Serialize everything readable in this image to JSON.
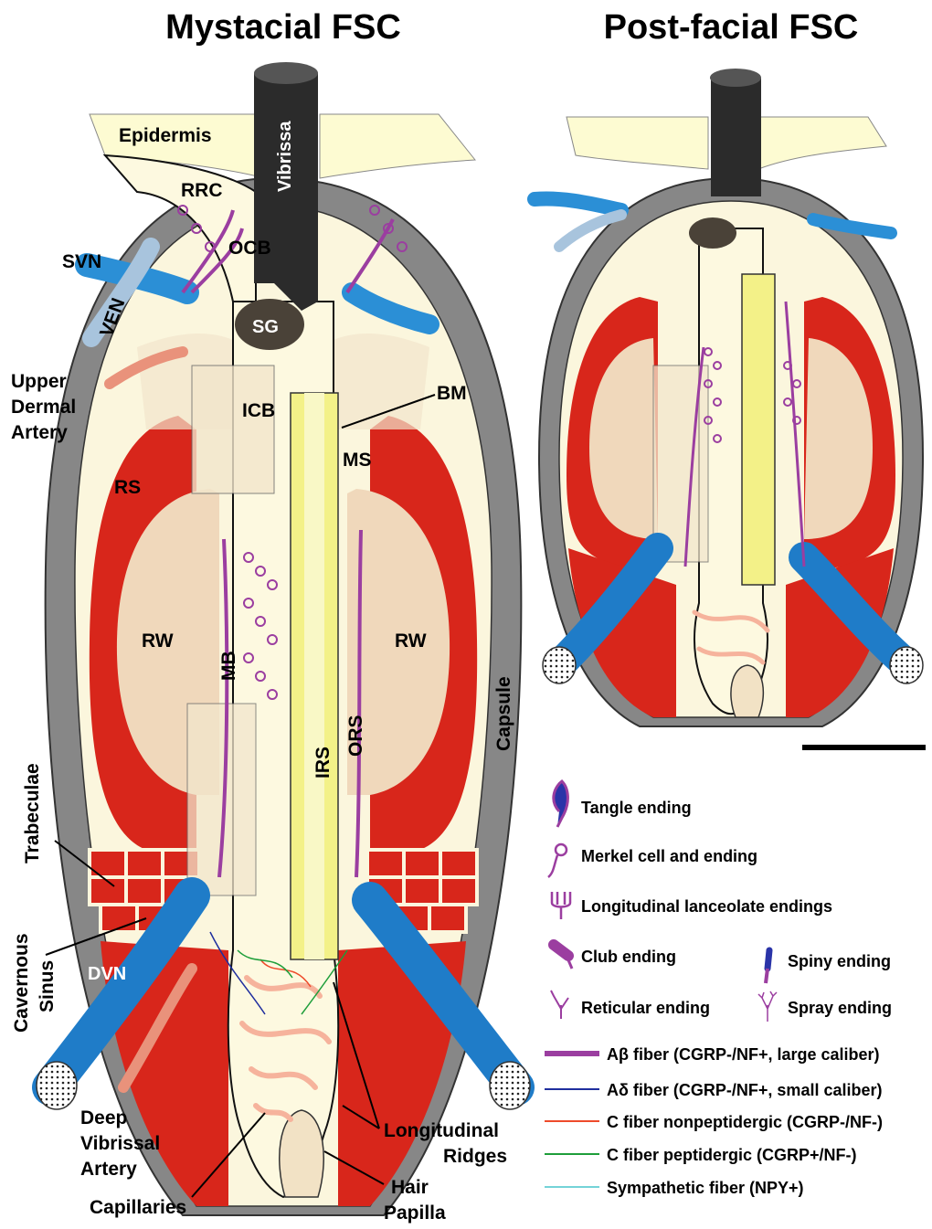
{
  "titles": {
    "left": "Mystacial FSC",
    "right": "Post-facial FSC"
  },
  "labels": {
    "epidermis": "Epidermis",
    "vibrissa": "Vibrissa",
    "rrc": "RRC",
    "svn": "SVN",
    "ocb": "OCB",
    "ven": "VEN",
    "sg": "SG",
    "upper_dermal_artery": [
      "Upper",
      "Dermal",
      "Artery"
    ],
    "icb": "ICB",
    "bm": "BM",
    "ms": "MS",
    "rs": "RS",
    "rw_left": "RW",
    "rw_right": "RW",
    "mb": "MB",
    "irs": "IRS",
    "ors": "ORS",
    "capsule": "Capsule",
    "trabeculae": "Trabeculae",
    "cavernous_sinus": [
      "Cavernous",
      "Sinus"
    ],
    "dvn": "DVN",
    "deep_vibrissal_artery": [
      "Deep",
      "Vibrissal",
      "Artery"
    ],
    "capillaries": "Capillaries",
    "longitudinal_ridges": [
      "Longitudinal",
      "Ridges"
    ],
    "hair_papilla": [
      "Hair",
      "Papilla"
    ]
  },
  "legend": {
    "endings": [
      {
        "name": "Tangle ending",
        "icon": "tangle-ending-icon"
      },
      {
        "name": "Merkel cell and ending",
        "icon": "merkel-ending-icon"
      },
      {
        "name": "Longitudinal lanceolate endings",
        "icon": "lanceolate-ending-icon"
      },
      {
        "name": "Club ending",
        "icon": "club-ending-icon"
      },
      {
        "name": "Spiny ending",
        "icon": "spiny-ending-icon"
      },
      {
        "name": "Reticular ending",
        "icon": "reticular-ending-icon"
      },
      {
        "name": "Spray ending",
        "icon": "spray-ending-icon"
      }
    ],
    "fibers": [
      {
        "name": "Aβ fiber (CGRP-/NF+, large caliber)",
        "color": "#9b3ea0"
      },
      {
        "name": "Aδ fiber (CGRP-/NF+, small caliber)",
        "color": "#1f2e9e"
      },
      {
        "name": "C fiber nonpeptidergic (CGRP-/NF-)",
        "color": "#ee4b2b"
      },
      {
        "name": "C fiber peptidergic (CGRP+/NF-)",
        "color": "#1e9e3a"
      },
      {
        "name": "Sympathetic fiber (NPY+)",
        "color": "#74d3d8"
      }
    ]
  },
  "colors": {
    "capsule": "#878787",
    "ring_sinus": "#d8261b",
    "ring_wulst": "#f0d8bb",
    "tissue": "#fbf6dd",
    "epidermis": "#fdfbd2",
    "hair_shaft": "#2b2b2b",
    "irs": "#f3f188",
    "nerve": "#2b8fd6",
    "vein": "#a8c4dd",
    "artery": "#e9927b",
    "capillary": "#f6b39c"
  }
}
